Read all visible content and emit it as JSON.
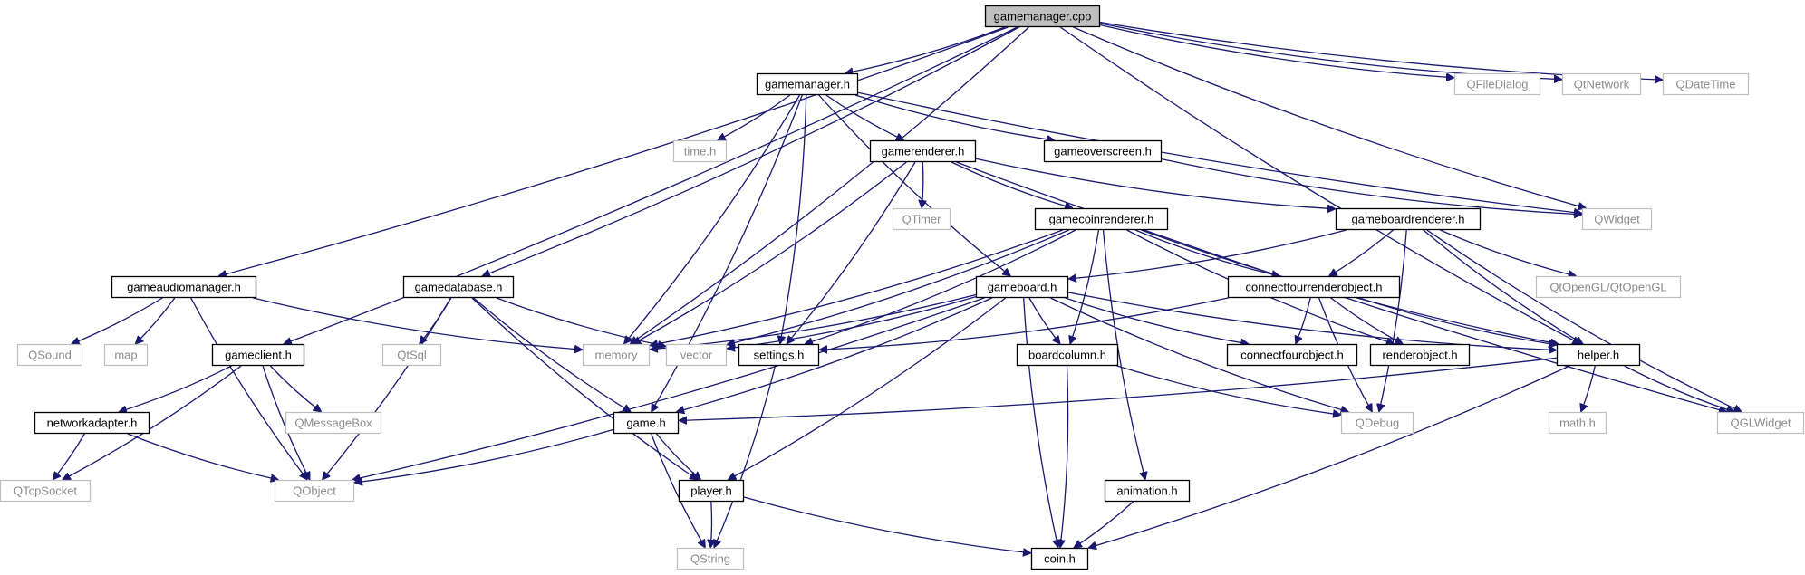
{
  "graph": {
    "root": "gamemanager.cpp",
    "nodes": [
      {
        "id": "gamemanager_cpp",
        "label": "gamemanager.cpp",
        "kind": "root"
      },
      {
        "id": "gamemanager_h",
        "label": "gamemanager.h",
        "kind": "file"
      },
      {
        "id": "QFileDialog",
        "label": "QFileDialog",
        "kind": "external"
      },
      {
        "id": "QtNetwork",
        "label": "QtNetwork",
        "kind": "external"
      },
      {
        "id": "QDateTime",
        "label": "QDateTime",
        "kind": "external"
      },
      {
        "id": "time_h",
        "label": "time.h",
        "kind": "external"
      },
      {
        "id": "gamerenderer_h",
        "label": "gamerenderer.h",
        "kind": "file"
      },
      {
        "id": "gameoverscreen_h",
        "label": "gameoverscreen.h",
        "kind": "file"
      },
      {
        "id": "QTimer",
        "label": "QTimer",
        "kind": "external"
      },
      {
        "id": "QWidget",
        "label": "QWidget",
        "kind": "external"
      },
      {
        "id": "gamecoinrenderer_h",
        "label": "gamecoinrenderer.h",
        "kind": "file"
      },
      {
        "id": "gameboardrenderer_h",
        "label": "gameboardrenderer.h",
        "kind": "file"
      },
      {
        "id": "QtOpenGL",
        "label": "QtOpenGL/QtOpenGL",
        "kind": "external"
      },
      {
        "id": "gameaudiomanager_h",
        "label": "gameaudiomanager.h",
        "kind": "file"
      },
      {
        "id": "gamedatabase_h",
        "label": "gamedatabase.h",
        "kind": "file"
      },
      {
        "id": "gameboard_h",
        "label": "gameboard.h",
        "kind": "file"
      },
      {
        "id": "connectfourrenderobject_h",
        "label": "connectfourrenderobject.h",
        "kind": "file"
      },
      {
        "id": "QSound",
        "label": "QSound",
        "kind": "external"
      },
      {
        "id": "map",
        "label": "map",
        "kind": "external"
      },
      {
        "id": "QtSql",
        "label": "QtSql",
        "kind": "external"
      },
      {
        "id": "memory",
        "label": "memory",
        "kind": "external"
      },
      {
        "id": "vector",
        "label": "vector",
        "kind": "external"
      },
      {
        "id": "settings_h",
        "label": "settings.h",
        "kind": "file"
      },
      {
        "id": "boardcolumn_h",
        "label": "boardcolumn.h",
        "kind": "file"
      },
      {
        "id": "connectfourobject_h",
        "label": "connectfourobject.h",
        "kind": "file"
      },
      {
        "id": "renderobject_h",
        "label": "renderobject.h",
        "kind": "file"
      },
      {
        "id": "helper_h",
        "label": "helper.h",
        "kind": "file"
      },
      {
        "id": "gameclient_h",
        "label": "gameclient.h",
        "kind": "file"
      },
      {
        "id": "QMessageBox",
        "label": "QMessageBox",
        "kind": "external"
      },
      {
        "id": "networkadapter_h",
        "label": "networkadapter.h",
        "kind": "file"
      },
      {
        "id": "game_h",
        "label": "game.h",
        "kind": "file"
      },
      {
        "id": "QDebug",
        "label": "QDebug",
        "kind": "external"
      },
      {
        "id": "math_h",
        "label": "math.h",
        "kind": "external"
      },
      {
        "id": "QGLWidget",
        "label": "QGLWidget",
        "kind": "external"
      },
      {
        "id": "QTcpSocket",
        "label": "QTcpSocket",
        "kind": "external"
      },
      {
        "id": "QObject",
        "label": "QObject",
        "kind": "external"
      },
      {
        "id": "player_h",
        "label": "player.h",
        "kind": "file"
      },
      {
        "id": "animation_h",
        "label": "animation.h",
        "kind": "file"
      },
      {
        "id": "QString",
        "label": "QString",
        "kind": "external"
      },
      {
        "id": "coin_h",
        "label": "coin.h",
        "kind": "file"
      }
    ],
    "edges": [
      [
        "gamemanager_cpp",
        "gamemanager_h"
      ],
      [
        "gamemanager_cpp",
        "QFileDialog"
      ],
      [
        "gamemanager_cpp",
        "QtNetwork"
      ],
      [
        "gamemanager_cpp",
        "QDateTime"
      ],
      [
        "gamemanager_cpp",
        "QWidget"
      ],
      [
        "gamemanager_cpp",
        "memory"
      ],
      [
        "gamemanager_cpp",
        "helper_h"
      ],
      [
        "gamemanager_cpp",
        "gameaudiomanager_h"
      ],
      [
        "gamemanager_cpp",
        "gameclient_h"
      ],
      [
        "gamemanager_cpp",
        "gamedatabase_h"
      ],
      [
        "gamemanager_h",
        "time_h"
      ],
      [
        "gamemanager_h",
        "gamerenderer_h"
      ],
      [
        "gamemanager_h",
        "gameoverscreen_h"
      ],
      [
        "gamemanager_h",
        "QWidget"
      ],
      [
        "gamemanager_h",
        "gameboard_h"
      ],
      [
        "gamemanager_h",
        "settings_h"
      ],
      [
        "gamemanager_h",
        "memory"
      ],
      [
        "gamemanager_h",
        "game_h"
      ],
      [
        "gamerenderer_h",
        "QTimer"
      ],
      [
        "gamerenderer_h",
        "gamecoinrenderer_h"
      ],
      [
        "gamerenderer_h",
        "gameboardrenderer_h"
      ],
      [
        "gamerenderer_h",
        "QGLWidget"
      ],
      [
        "gamerenderer_h",
        "memory"
      ],
      [
        "gamerenderer_h",
        "settings_h"
      ],
      [
        "gameoverscreen_h",
        "QWidget"
      ],
      [
        "gamecoinrenderer_h",
        "connectfourrenderobject_h"
      ],
      [
        "gamecoinrenderer_h",
        "boardcolumn_h"
      ],
      [
        "gamecoinrenderer_h",
        "animation_h"
      ],
      [
        "gamecoinrenderer_h",
        "renderobject_h"
      ],
      [
        "gamecoinrenderer_h",
        "helper_h"
      ],
      [
        "gamecoinrenderer_h",
        "memory"
      ],
      [
        "gamecoinrenderer_h",
        "vector"
      ],
      [
        "gamecoinrenderer_h",
        "settings_h"
      ],
      [
        "gameboardrenderer_h",
        "connectfourrenderobject_h"
      ],
      [
        "gameboardrenderer_h",
        "QtOpenGL"
      ],
      [
        "gameboardrenderer_h",
        "gameboard_h"
      ],
      [
        "gameboardrenderer_h",
        "helper_h"
      ],
      [
        "gameboardrenderer_h",
        "QDebug"
      ],
      [
        "gameboardrenderer_h",
        "QGLWidget"
      ],
      [
        "gameaudiomanager_h",
        "QSound"
      ],
      [
        "gameaudiomanager_h",
        "map"
      ],
      [
        "gameaudiomanager_h",
        "QObject"
      ],
      [
        "gameaudiomanager_h",
        "memory"
      ],
      [
        "gamedatabase_h",
        "QtSql"
      ],
      [
        "gamedatabase_h",
        "QObject"
      ],
      [
        "gamedatabase_h",
        "game_h"
      ],
      [
        "gamedatabase_h",
        "player_h"
      ],
      [
        "gamedatabase_h",
        "vector"
      ],
      [
        "gameboard_h",
        "boardcolumn_h"
      ],
      [
        "gameboard_h",
        "connectfourobject_h"
      ],
      [
        "gameboard_h",
        "helper_h"
      ],
      [
        "gameboard_h",
        "memory"
      ],
      [
        "gameboard_h",
        "vector"
      ],
      [
        "gameboard_h",
        "QDebug"
      ],
      [
        "gameboard_h",
        "coin_h"
      ],
      [
        "gameboard_h",
        "game_h"
      ],
      [
        "gameboard_h",
        "player_h"
      ],
      [
        "gameboard_h",
        "QObject"
      ],
      [
        "connectfourrenderobject_h",
        "connectfourobject_h"
      ],
      [
        "connectfourrenderobject_h",
        "renderobject_h"
      ],
      [
        "connectfourrenderobject_h",
        "helper_h"
      ],
      [
        "connectfourrenderobject_h",
        "settings_h"
      ],
      [
        "connectfourrenderobject_h",
        "QDebug"
      ],
      [
        "settings_h",
        "QString"
      ],
      [
        "boardcolumn_h",
        "coin_h"
      ],
      [
        "boardcolumn_h",
        "QDebug"
      ],
      [
        "helper_h",
        "math_h"
      ],
      [
        "helper_h",
        "QGLWidget"
      ],
      [
        "helper_h",
        "coin_h"
      ],
      [
        "helper_h",
        "game_h"
      ],
      [
        "gameclient_h",
        "networkadapter_h"
      ],
      [
        "gameclient_h",
        "QMessageBox"
      ],
      [
        "gameclient_h",
        "QObject"
      ],
      [
        "gameclient_h",
        "QTcpSocket"
      ],
      [
        "networkadapter_h",
        "QTcpSocket"
      ],
      [
        "networkadapter_h",
        "QObject"
      ],
      [
        "game_h",
        "player_h"
      ],
      [
        "game_h",
        "QString"
      ],
      [
        "game_h",
        "QObject"
      ],
      [
        "player_h",
        "QString"
      ],
      [
        "player_h",
        "coin_h"
      ],
      [
        "animation_h",
        "coin_h"
      ]
    ]
  }
}
